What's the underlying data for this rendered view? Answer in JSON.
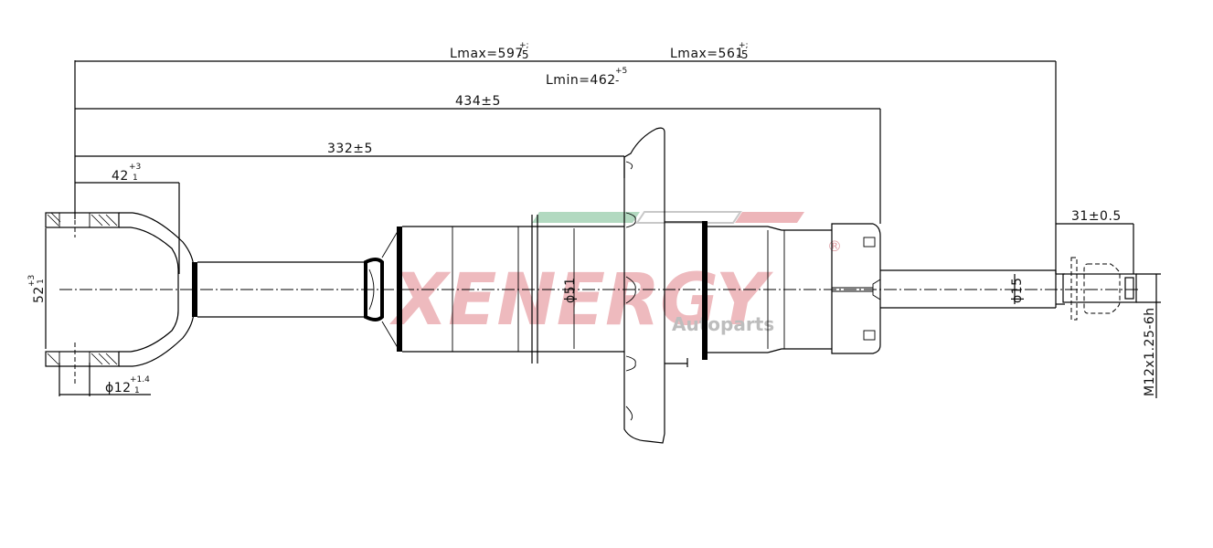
{
  "drawing": {
    "subject": "shock absorber technical drawing",
    "dimensions": {
      "lmax_597": {
        "base": "Lmax=597",
        "tol_upper": "+;",
        "tol_lower": "-5"
      },
      "lmax_561": {
        "base": "Lmax=561",
        "tol_upper": "+;",
        "tol_lower": "-5"
      },
      "lmin_462": {
        "base": "Lmin=462",
        "tol_upper": "+5",
        "tol_lower": "-"
      },
      "d434": "434±5",
      "d332": "332±5",
      "d42": {
        "base": "42",
        "tol_upper": "+3",
        "tol_lower": "1"
      },
      "d52": {
        "base": "52",
        "tol_upper": "+3",
        "tol_lower": "1"
      },
      "d12": {
        "base": "ϕ12",
        "tol_upper": "+1.4",
        "tol_lower": "1"
      },
      "dia51": "ϕ51",
      "dia15": "ϕ15",
      "d31": "31±0.5",
      "thread": "M12x1.25-6h"
    }
  },
  "watermark": {
    "brand": "XENERGY",
    "registered": "®",
    "tagline": "Autoparts",
    "colors": {
      "red": "#e8a3a8",
      "green": "#9fcfb0",
      "grey": "#bdbdbd"
    }
  }
}
